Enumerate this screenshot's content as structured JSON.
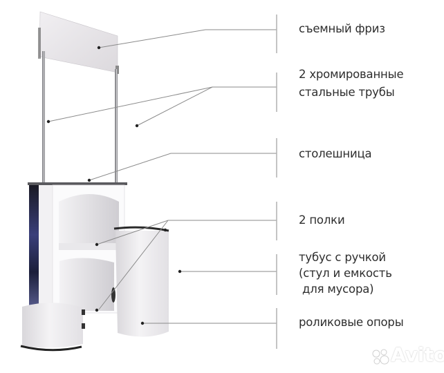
{
  "diagram": {
    "subject": "promo counter with parts",
    "labels": [
      {
        "id": "frieze",
        "text": "съемный фриз"
      },
      {
        "id": "tubes",
        "text": "2 хромированные\nстальные трубы"
      },
      {
        "id": "tabletop",
        "text": "столешница"
      },
      {
        "id": "shelves",
        "text": "2 полки"
      },
      {
        "id": "tube-case",
        "text": "тубус с ручкой\n(стул и емкость\n для мусора)"
      },
      {
        "id": "casters",
        "text": "роликовые опоры"
      }
    ],
    "watermark": "Avito",
    "colors": {
      "leader_line": "#8a8a8a",
      "bracket": "#b0b0b0",
      "text": "#2e2e2e",
      "panel": "#e9e7ea"
    }
  }
}
